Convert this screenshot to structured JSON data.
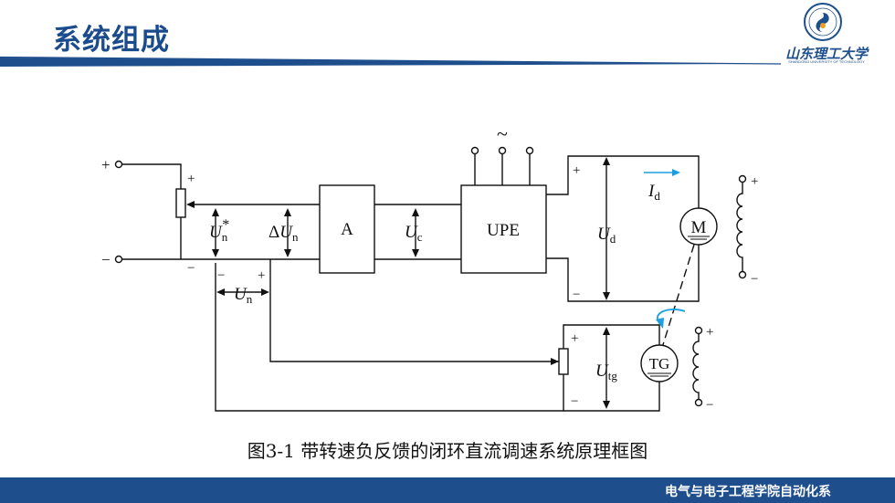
{
  "header": {
    "title": "系统组成",
    "accent_color": "#1a4b8c",
    "logo": {
      "icon": "university-seal-icon",
      "script_text": "山东理工大学",
      "subtitle": "SHANDONG UNIVERSITY OF TECHNOLOGY"
    }
  },
  "diagram": {
    "blocks": {
      "amplifier": "A",
      "converter": "UPE",
      "motor": "M",
      "tacho": "TG"
    },
    "signals": {
      "reference": "U",
      "reference_sub": "n",
      "reference_sup": "*",
      "error_delta": "Δ",
      "error": "U",
      "error_sub": "n",
      "control": "U",
      "control_sub": "c",
      "feedback": "U",
      "feedback_sub": "n",
      "output_voltage": "U",
      "output_voltage_sub": "d",
      "tacho_voltage": "U",
      "tacho_voltage_sub": "tg",
      "current": "I",
      "current_sub": "d"
    },
    "marks": {
      "plus": "+",
      "minus": "−",
      "ac": "~"
    },
    "arrow_color": "#1a9fe0"
  },
  "caption": {
    "text": "图3-1 带转速负反馈的闭环直流调速系统原理框图"
  },
  "footer": {
    "text": "电气与电子工程学院自动化系",
    "color": "#1e4e8c"
  }
}
